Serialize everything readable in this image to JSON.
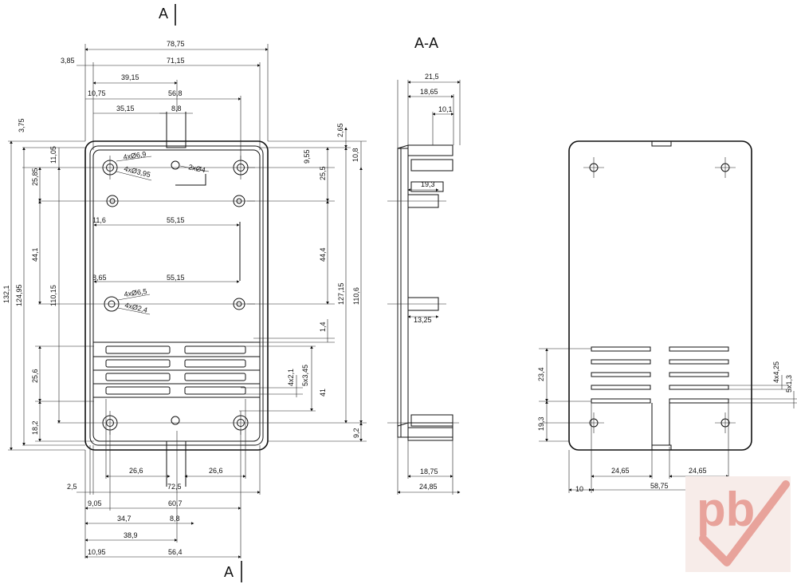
{
  "labels": {
    "section_top": "A",
    "section_bottom": "A",
    "section_title": "A-A"
  },
  "front": {
    "top_dims": [
      "78,75",
      "3,85",
      "71,15",
      "39,15",
      "10,75",
      "56,8",
      "35,15",
      "8,8"
    ],
    "hole_notes": [
      "4xØ6,9",
      "4xØ3,95",
      "2xØ4",
      "4xØ6,5",
      "4xØ2,4"
    ],
    "mid_dims": [
      "11,6",
      "55,15",
      "8,65",
      "55,15"
    ],
    "left_dims": [
      "3,75",
      "11,05",
      "25,85",
      "44,1",
      "110,15",
      "124,95",
      "132,1",
      "25,6",
      "18,2"
    ],
    "right_dims": [
      "2,65",
      "9,55",
      "10,8",
      "25,5",
      "44,4",
      "127,15",
      "110,6",
      "1,4",
      "4x2,1",
      "5x3,45",
      "41",
      "9,2"
    ],
    "bottom_dims": [
      "26,6",
      "26,6",
      "2,5",
      "72,5",
      "9,05",
      "60,7",
      "34,7",
      "8,8",
      "38,9",
      "10,95",
      "56,4"
    ]
  },
  "section": {
    "dims": [
      "21,5",
      "18,65",
      "10,1",
      "19,3",
      "13,25",
      "18,75",
      "24,85"
    ]
  },
  "back": {
    "dims": [
      "23,4",
      "19,3",
      "4x4,25",
      "5x1,3",
      "24,65",
      "24,65",
      "10",
      "58,75"
    ]
  },
  "logo": {
    "text": "pb",
    "color": "#e8a39b"
  }
}
